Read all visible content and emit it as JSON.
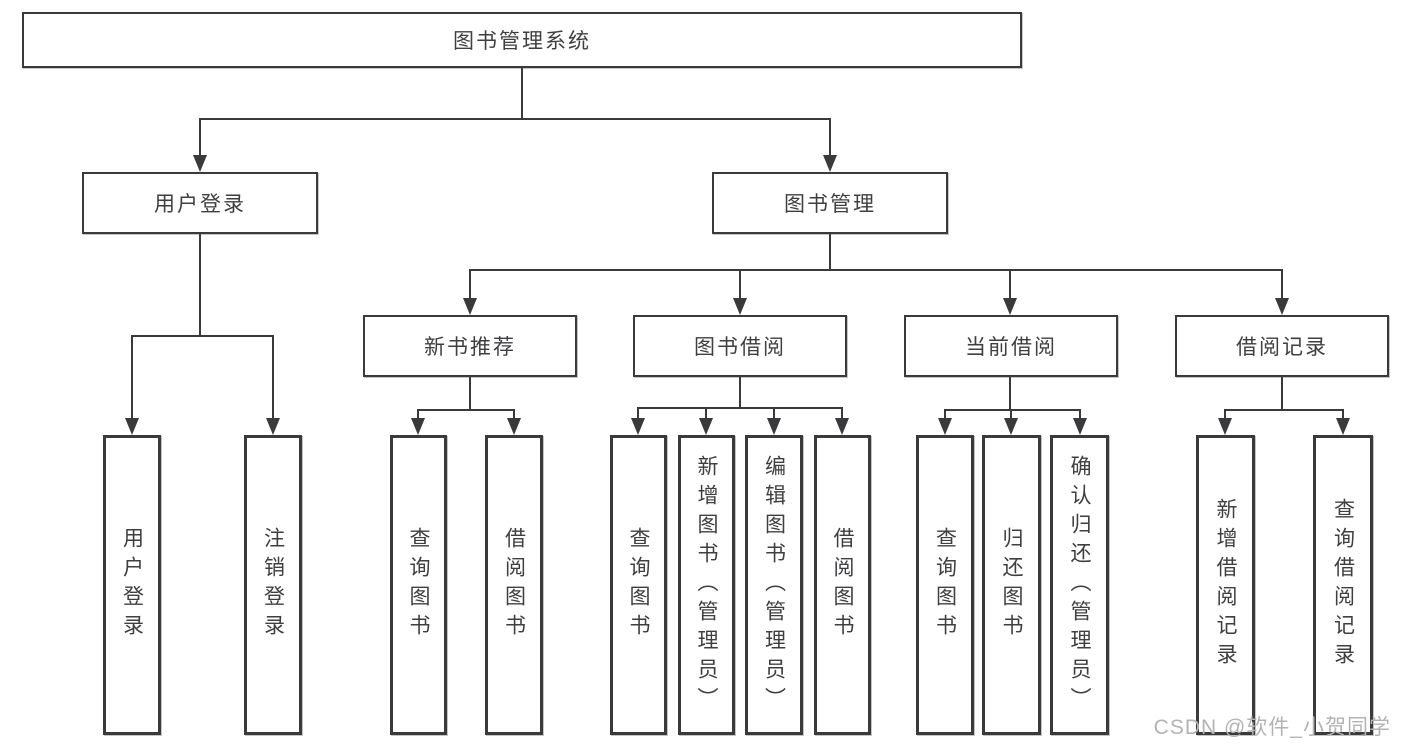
{
  "diagram": {
    "root": {
      "label": "图书管理系统"
    },
    "level2": [
      {
        "label": "用户登录"
      },
      {
        "label": "图书管理"
      }
    ],
    "level3": [
      {
        "label": "新书推荐"
      },
      {
        "label": "图书借阅"
      },
      {
        "label": "当前借阅"
      },
      {
        "label": "借阅记录"
      }
    ],
    "leaves": {
      "user_login": [
        "用户登录",
        "注销登录"
      ],
      "new_book": [
        "查询图书",
        "借阅图书"
      ],
      "book_borrow": [
        "查询图书",
        "新增图书（管理员）",
        "编辑图书（管理员）",
        "借阅图书"
      ],
      "current_borrow": [
        "查询图书",
        "归还图书",
        "确认归还（管理员）"
      ],
      "borrow_record": [
        "新增借阅记录",
        "查询借阅记录"
      ]
    },
    "colors": {
      "line": "#3a3a3c",
      "box_border": "#3a3a3c",
      "text": "#3f3f42",
      "watermark": "#b3b3b3",
      "background": "#ffffff"
    },
    "watermark": "CSDN @软件_小贺同学"
  }
}
